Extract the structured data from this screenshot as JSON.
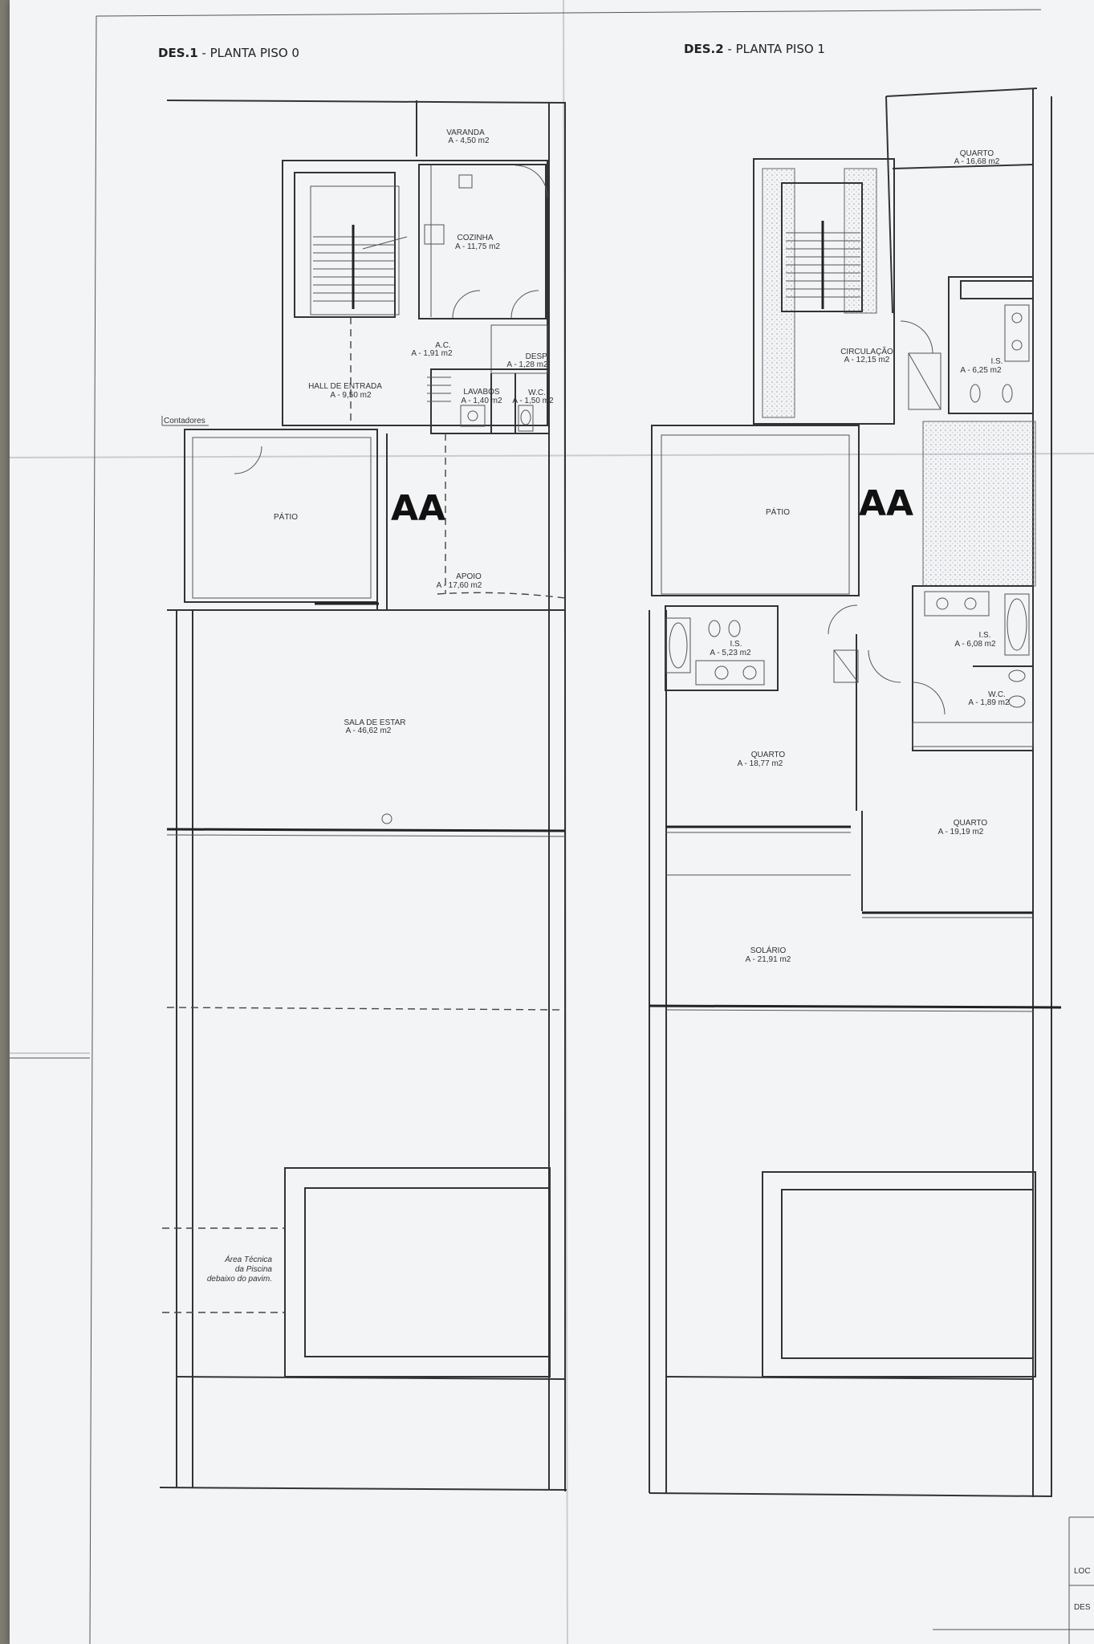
{
  "plans": [
    {
      "id": "DES.1",
      "title_code": "DES.1",
      "title_text": " - PLANTA PISO 0",
      "rooms": {
        "varanda": [
          "VARANDA",
          "A - 4,50 m2"
        ],
        "cozinha": [
          "COZINHA",
          "A - 11,75 m2"
        ],
        "ac": [
          "A.C.",
          "A - 1,91 m2"
        ],
        "desp": [
          "DESP.",
          "A - 1,28 m2"
        ],
        "hall": [
          "HALL DE ENTRADA",
          "A - 9,50 m2"
        ],
        "lavabos": [
          "LAVABOS",
          "A - 1,40 m2"
        ],
        "wc": [
          "W.C.",
          "A - 1,50 m2"
        ],
        "contadores": [
          "Contadores"
        ],
        "patio": [
          "PÁTIO"
        ],
        "apoio": [
          "APOIO",
          "A - 17,60 m2"
        ],
        "sala": [
          "SALA DE ESTAR",
          "A - 46,62 m2"
        ],
        "area_tecnica": [
          "Área Técnica",
          "da Piscina",
          "debaixo do pavim."
        ]
      }
    },
    {
      "id": "DES.2",
      "title_code": "DES.2",
      "title_text": " - PLANTA PISO 1",
      "rooms": {
        "quarto1": [
          "QUARTO",
          "A - 16,68 m2"
        ],
        "circulacao": [
          "CIRCULAÇÃO",
          "A - 12,15 m2"
        ],
        "is1": [
          "I.S.",
          "A - 6,25 m2"
        ],
        "patio": [
          "PÁTIO"
        ],
        "is2": [
          "I.S.",
          "A - 5,23 m2"
        ],
        "is3": [
          "I.S.",
          "A - 6,08 m2"
        ],
        "wc": [
          "W.C.",
          "A - 1,89 m2"
        ],
        "quarto2": [
          "QUARTO",
          "A - 18,77 m2"
        ],
        "quarto3": [
          "QUARTO",
          "A - 19,19 m2"
        ],
        "solario": [
          "SOLÁRIO",
          "A - 21,91 m2"
        ]
      }
    }
  ],
  "section_marker": "AA",
  "title_block": {
    "loc": "LOC",
    "des": "DES"
  }
}
